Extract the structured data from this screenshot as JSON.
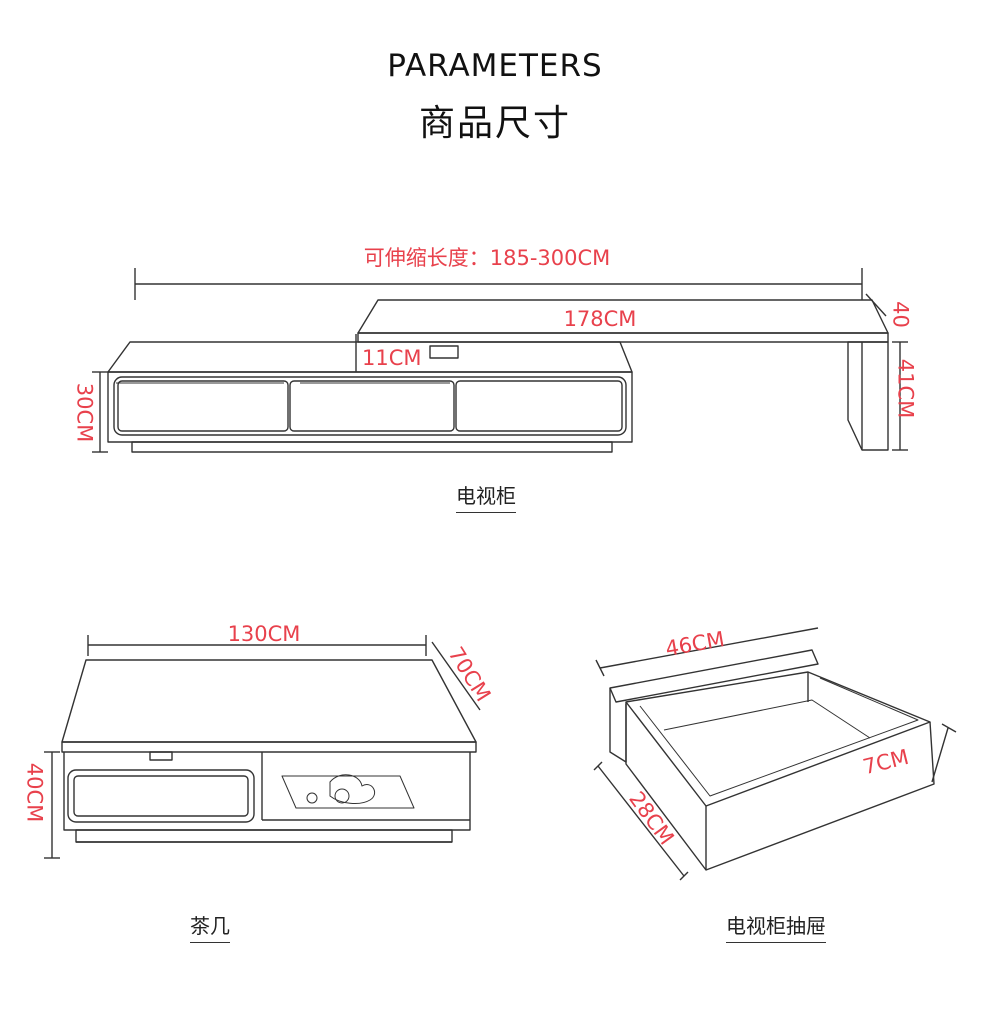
{
  "header": {
    "title_en": "PARAMETERS",
    "title_zh": "商品尺寸"
  },
  "tv_cabinet": {
    "caption": "电视柜",
    "extendable_length": "可伸缩长度：185-300CM",
    "top_length": "178CM",
    "depth_top": "40",
    "leg_height": "41CM",
    "gap_height": "11CM",
    "body_height": "30CM"
  },
  "coffee_table": {
    "caption": "茶几",
    "length": "130CM",
    "depth": "70CM",
    "height": "40CM"
  },
  "drawer": {
    "caption": "电视柜抽屉",
    "width": "46CM",
    "depth": "28CM",
    "height": "7CM"
  },
  "colors": {
    "dimension_text": "#e8414c",
    "line_art": "#333333",
    "background": "#ffffff"
  }
}
